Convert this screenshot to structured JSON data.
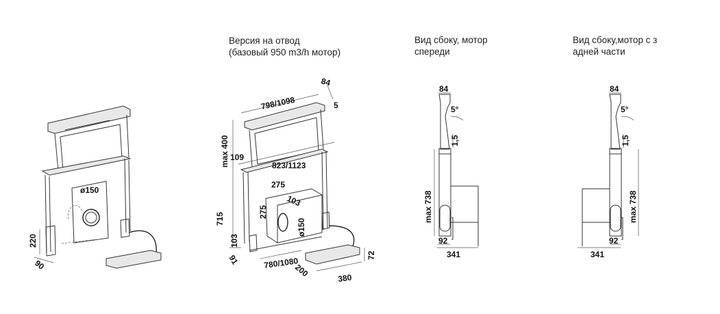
{
  "views": {
    "perspective": {
      "dims": {
        "diameter": "ø150",
        "height": "220",
        "depth": "90"
      }
    },
    "ducted": {
      "title_line1": "Версия на отвод",
      "title_line2": "(базовый 950 m3/h мотор)",
      "dims": {
        "width_top": "798/1098",
        "depth_top": "84",
        "tilt": "5",
        "max_height": "max 400",
        "panel_height": "109",
        "width_mid": "823/1123",
        "motor_width": "275",
        "motor_depth": "103",
        "motor_height": "275",
        "motor_diameter": "ø150",
        "body_height": "715",
        "base_height": "103",
        "base_depth": "91",
        "base_width": "780/1080",
        "box_depth": "200",
        "box_width": "380",
        "box_height": "72"
      }
    },
    "side_front_motor": {
      "title_line1": "Вид сбоку, мотор",
      "title_line2": "спереди",
      "dims": {
        "top": "84",
        "angle": "5°",
        "gap": "1,5",
        "max_height": "max 738",
        "bottom": "92",
        "total_depth": "341"
      }
    },
    "side_rear_motor": {
      "title_line1": "Вид сбоку,мотор с з",
      "title_line2": "адней части",
      "dims": {
        "top": "84",
        "angle": "5°",
        "gap": "1,5",
        "max_height": "max 738",
        "bottom": "92",
        "total_depth": "341"
      }
    }
  }
}
